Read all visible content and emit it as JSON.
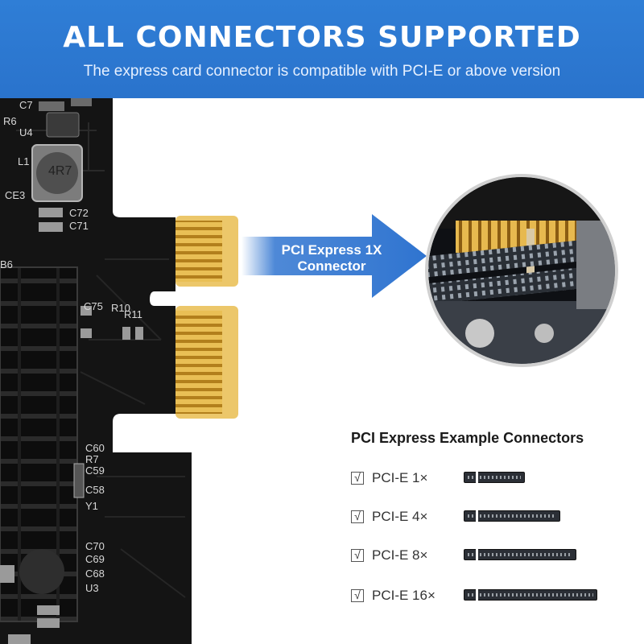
{
  "banner": {
    "title": "ALL CONNECTORS SUPPORTED",
    "subtitle": "The express card connector is compatible with PCI-E or above version"
  },
  "callout": {
    "line1": "PCI Express 1X",
    "line2": "Connector"
  },
  "board_silkscreen": {
    "r6": "R6",
    "u4": "U4",
    "c7": "C7",
    "l1": "L1",
    "inductor": "4R7",
    "ce3": "CE3",
    "c72": "C72",
    "c71": "C71",
    "b6": "B6",
    "c75": "C75",
    "r10": "R10",
    "r11": "R11",
    "c60": "C60",
    "r7": "R7",
    "c59": "C59",
    "c58": "C58",
    "y1": "Y1",
    "c70": "C70",
    "c69": "C69",
    "c68": "C68",
    "u3": "U3"
  },
  "examples": {
    "title": "PCI Express Example Connectors",
    "items": [
      {
        "label": "PCI-E 1×",
        "checked": true
      },
      {
        "label": "PCI-E 4×",
        "checked": true
      },
      {
        "label": "PCI-E 8×",
        "checked": true
      },
      {
        "label": "PCI-E 16×",
        "checked": true
      }
    ],
    "check_glyph": "√"
  },
  "colors": {
    "banner_blue": "#2f7ed6",
    "arrow_blue": "#2f74d0",
    "pcb_black": "#141414",
    "gold_finger": "#d9a63a"
  }
}
